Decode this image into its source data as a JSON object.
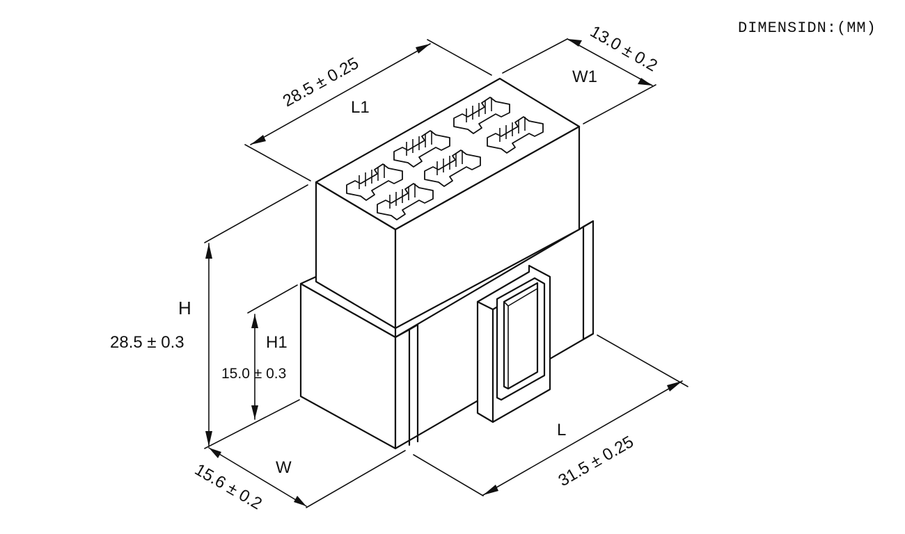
{
  "units_note": "DIMENSIDN:(MM)",
  "dimensions": {
    "L1": {
      "label": "L1",
      "value": "28.5 ± 0.25"
    },
    "W1": {
      "label": "W1",
      "value": "13.0 ± 0.2"
    },
    "H": {
      "label": "H",
      "value": "28.5 ± 0.3"
    },
    "H1": {
      "label": "H1",
      "value": "15.0 ± 0.3"
    },
    "W": {
      "label": "W",
      "value": "15.6 ± 0.2"
    },
    "L": {
      "label": "L",
      "value": "31.5 ± 0.25"
    }
  },
  "terminal_cavity_count": 6
}
